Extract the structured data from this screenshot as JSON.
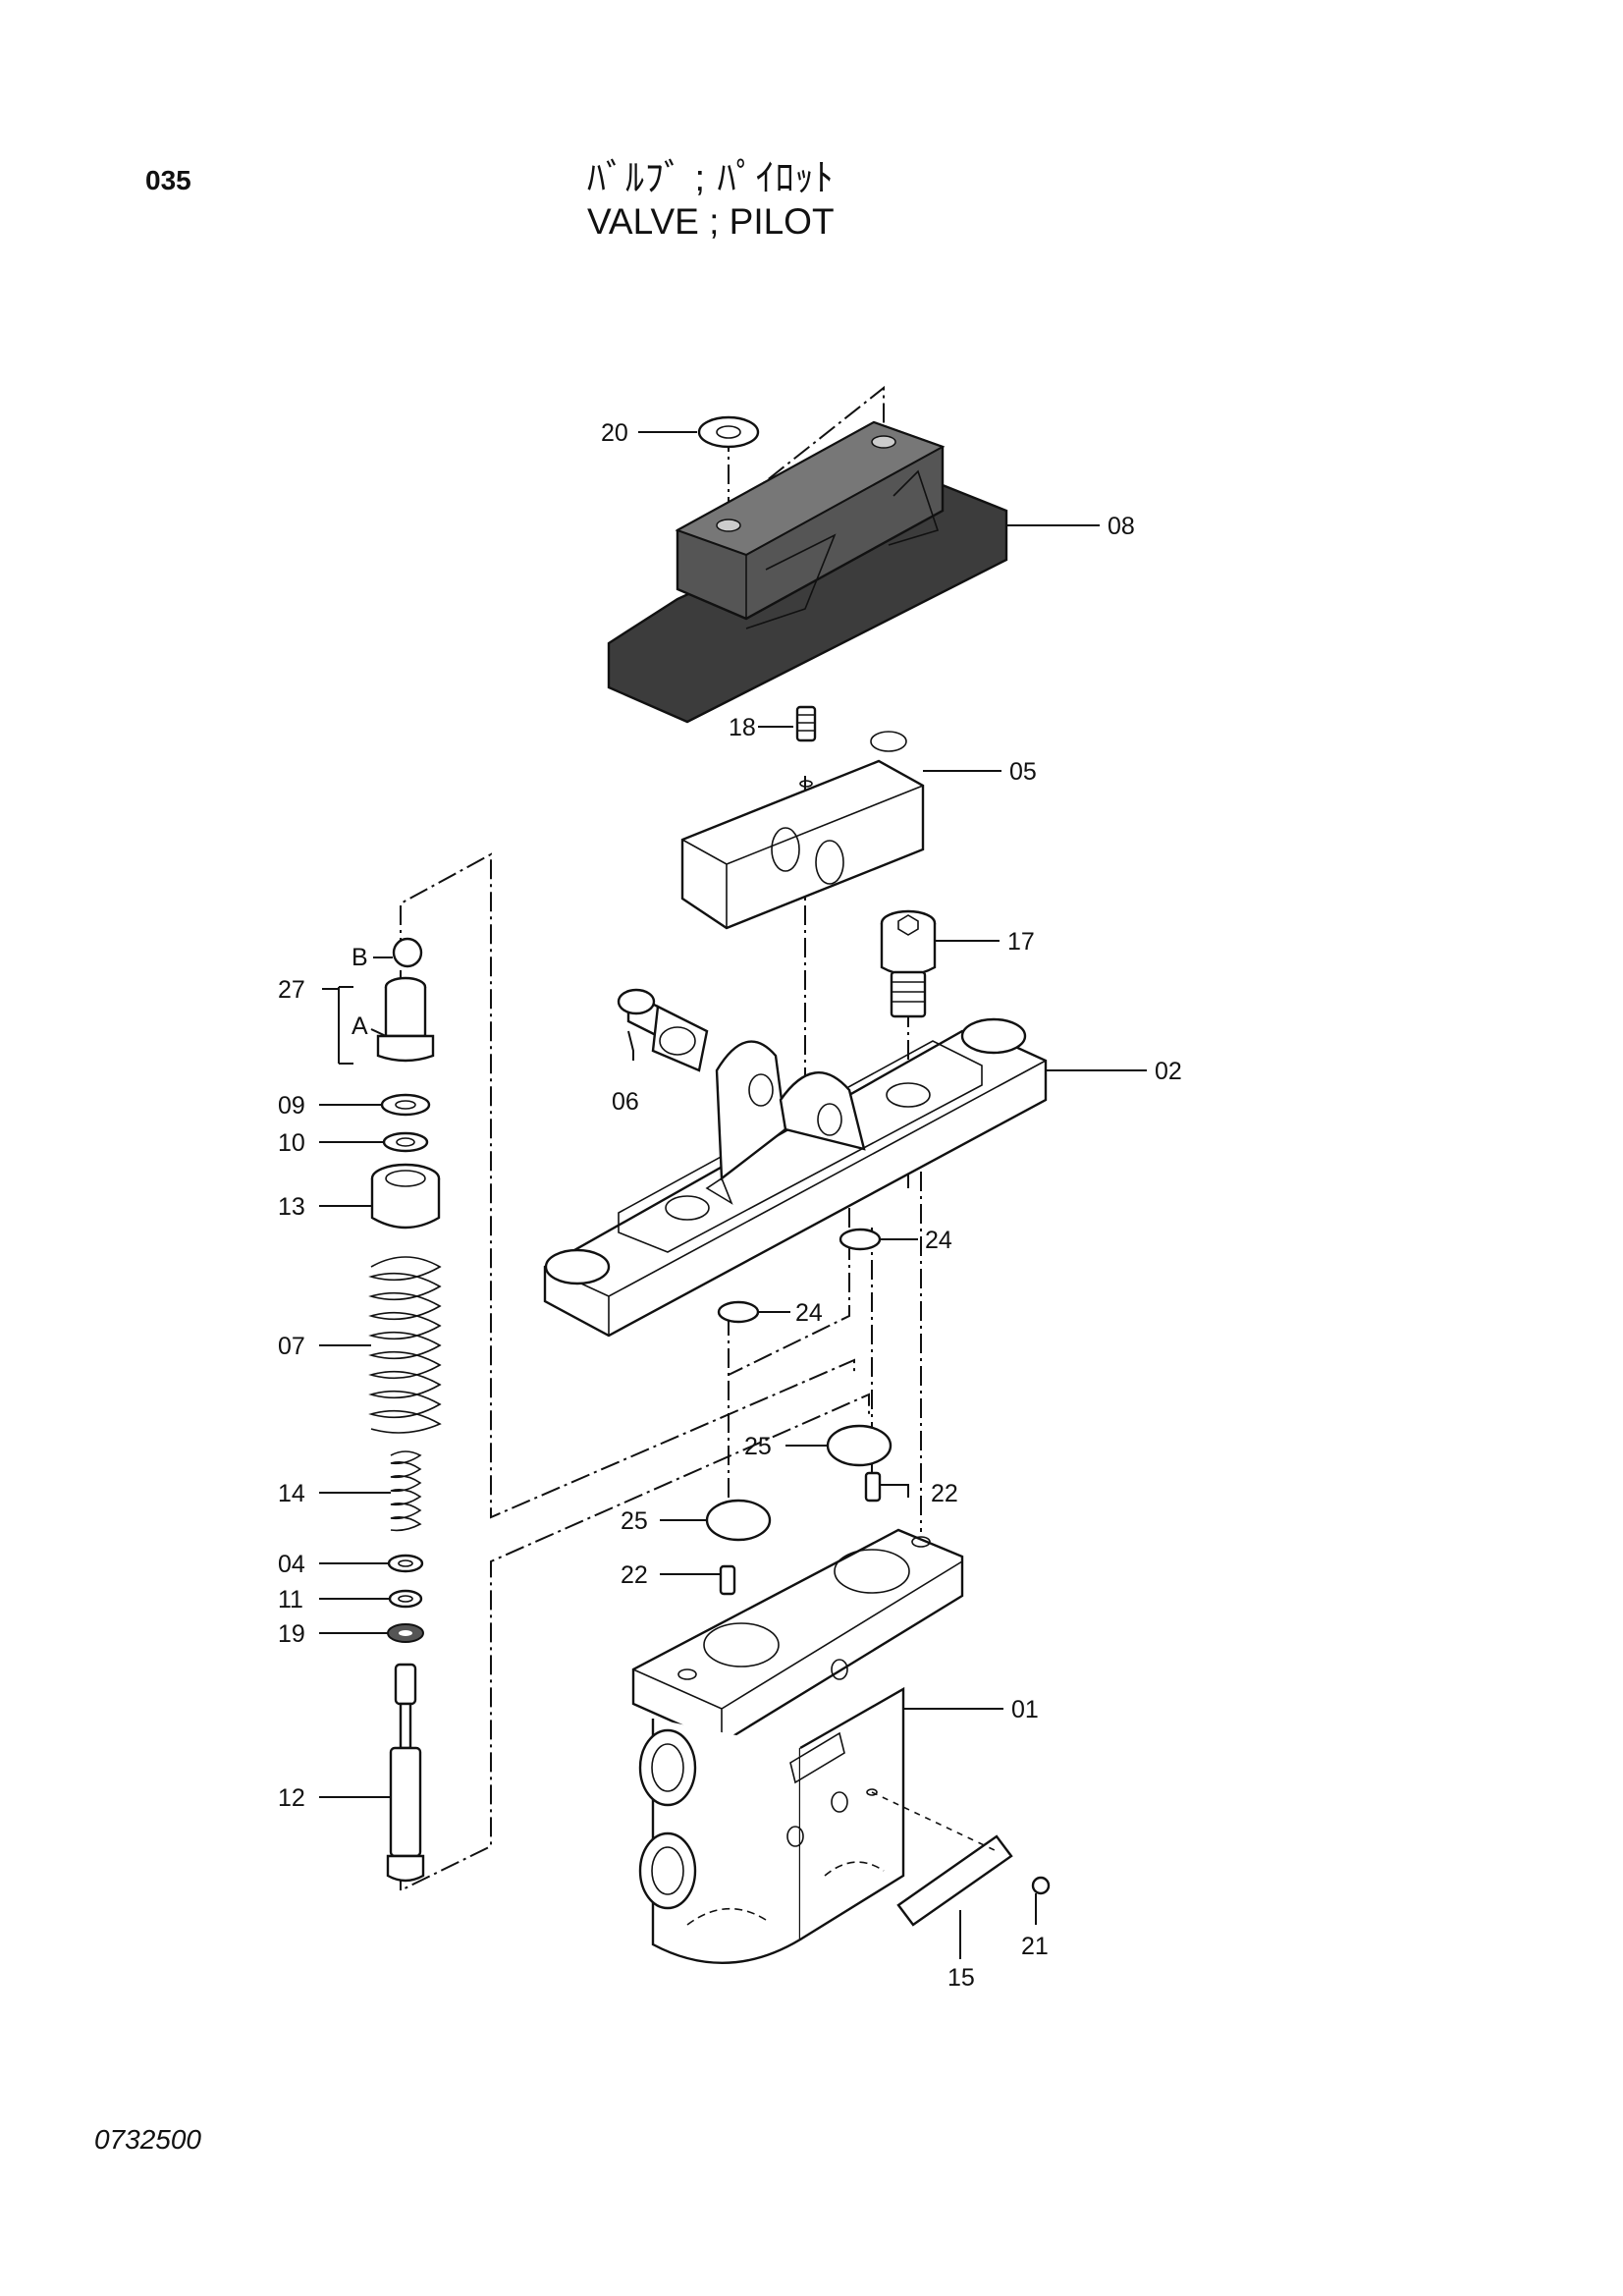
{
  "header": {
    "page_number": "035",
    "title_jp": "ﾊﾞﾙﾌﾞ ; ﾊﾟｲﾛｯﾄ",
    "title_en": "VALVE ; PILOT"
  },
  "footer": {
    "drawing_number": "0732500"
  },
  "callouts": [
    {
      "label": "20"
    },
    {
      "label": "08"
    },
    {
      "label": "18"
    },
    {
      "label": "05"
    },
    {
      "label": "17"
    },
    {
      "label": "27"
    },
    {
      "label": "B"
    },
    {
      "label": "A"
    },
    {
      "label": "06"
    },
    {
      "label": "02"
    },
    {
      "label": "09"
    },
    {
      "label": "10"
    },
    {
      "label": "13"
    },
    {
      "label": "24"
    },
    {
      "label": "24"
    },
    {
      "label": "07"
    },
    {
      "label": "25"
    },
    {
      "label": "22"
    },
    {
      "label": "14"
    },
    {
      "label": "25"
    },
    {
      "label": "04"
    },
    {
      "label": "22"
    },
    {
      "label": "11"
    },
    {
      "label": "19"
    },
    {
      "label": "01"
    },
    {
      "label": "12"
    },
    {
      "label": "21"
    },
    {
      "label": "15"
    }
  ]
}
